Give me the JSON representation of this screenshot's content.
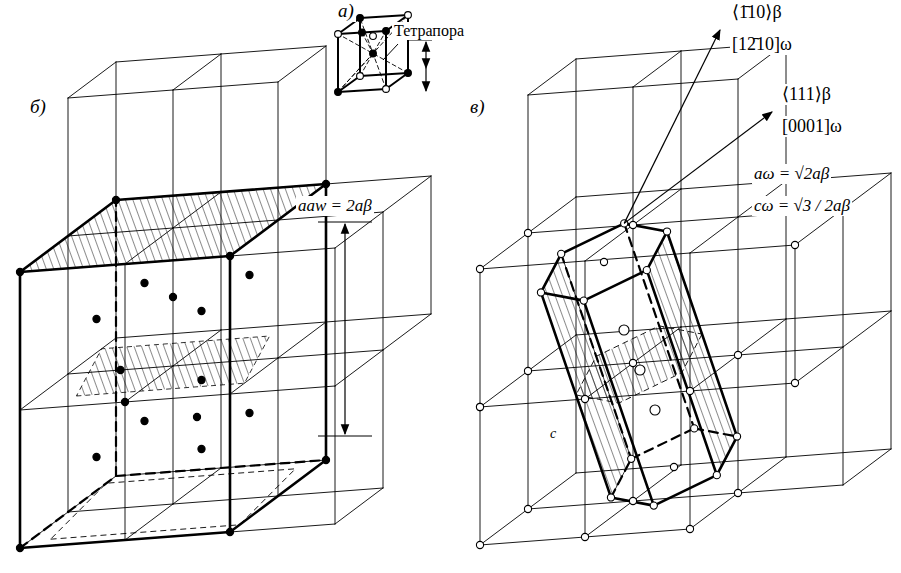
{
  "diagram": {
    "labels": [
      "а)",
      "Тетрапора",
      "б)",
      "aaw = 2aβ",
      "в)",
      "⟨1̄10⟩β",
      "[12̄10]ω",
      "⟨111⟩β",
      "[0001]ω",
      "aω = √2aβ",
      "cω = √3 / 2aβ",
      "c"
    ]
  }
}
